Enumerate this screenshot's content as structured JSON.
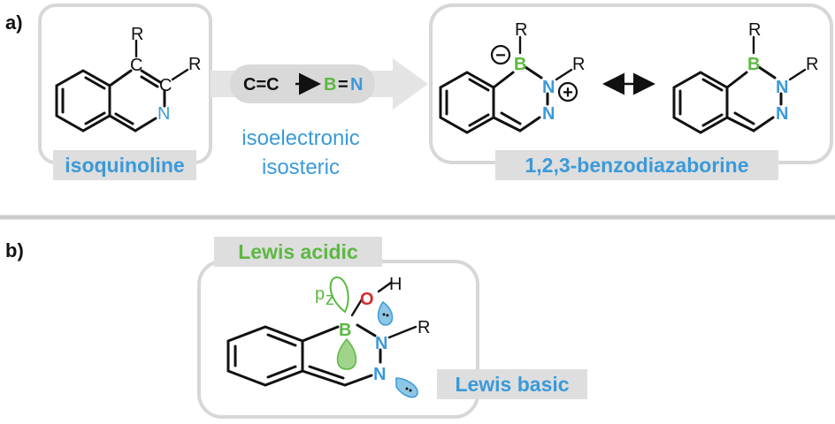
{
  "panel_a": {
    "label": "a)",
    "left_name": "isoquinoline",
    "right_name": "1,2,3-benzodiazaborine",
    "left_atoms": {
      "r1": "R",
      "r2": "R",
      "c1": "C",
      "c2": "C",
      "n": "N"
    },
    "arrow_from": "C=C",
    "arrow_to_b": "B",
    "arrow_to_sep": "=",
    "arrow_to_n": "N",
    "note_line1": "isoelectronic",
    "note_line2": "isosteric",
    "res1_atoms": {
      "r1": "R",
      "r2": "R",
      "b": "B",
      "n1": "N",
      "n2": "N",
      "minus": "−",
      "plus": "+"
    },
    "res2_atoms": {
      "r1": "R",
      "r2": "R",
      "b": "B",
      "n1": "N",
      "n2": "N"
    }
  },
  "panel_b": {
    "label": "b)",
    "lewis_acidic": "Lewis acidic",
    "lewis_basic": "Lewis basic",
    "atoms": {
      "b": "B",
      "o": "O",
      "h": "H",
      "n1": "N",
      "n2": "N",
      "r": "R",
      "pz": "p",
      "pz_sub": "z"
    }
  },
  "colors": {
    "blue": "#3a9ad9",
    "green": "#5cb842",
    "red": "#d62a2a",
    "box": "#d7d7d7",
    "tag": "#dedede"
  }
}
